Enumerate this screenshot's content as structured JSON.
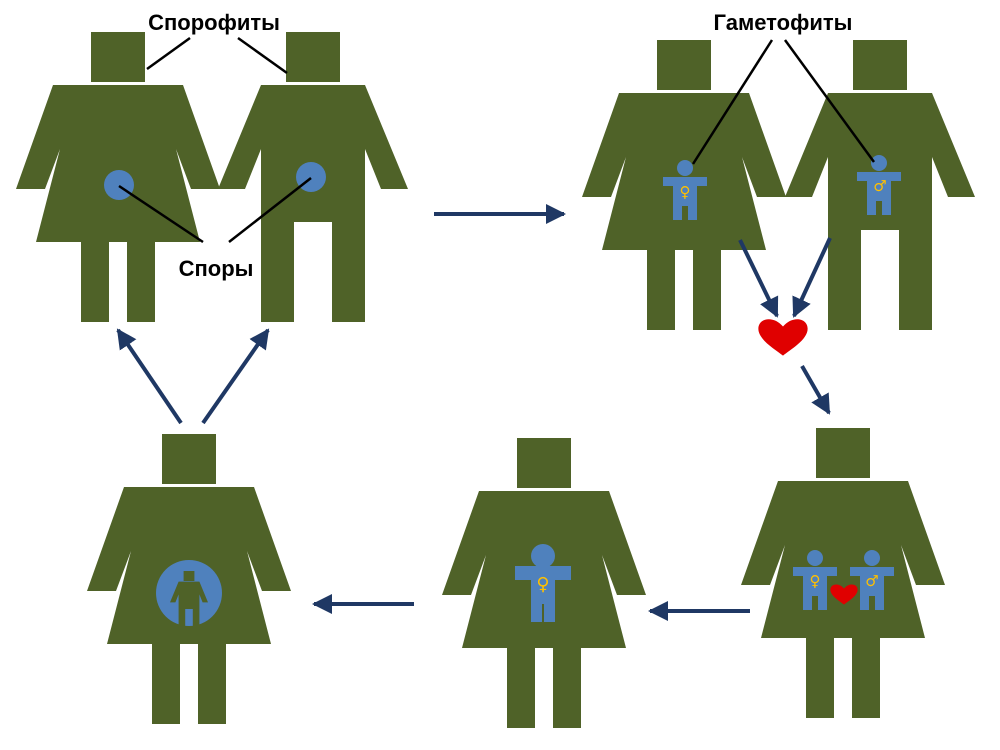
{
  "labels": {
    "sporophytes": "Спорофиты",
    "gametophytes": "Гаметофиты",
    "spores": "Споры"
  },
  "symbols": {
    "female": "♀",
    "male": "♂"
  },
  "colors": {
    "figure": "#4f6228",
    "gametophyte": "#4f81bd",
    "gender_symbol": "#ffc000",
    "heart": "#e00000",
    "arrow": "#1f3864",
    "line": "#000000"
  },
  "icons": {
    "heart": "heart-icon",
    "arrow": "arrow-icon"
  }
}
